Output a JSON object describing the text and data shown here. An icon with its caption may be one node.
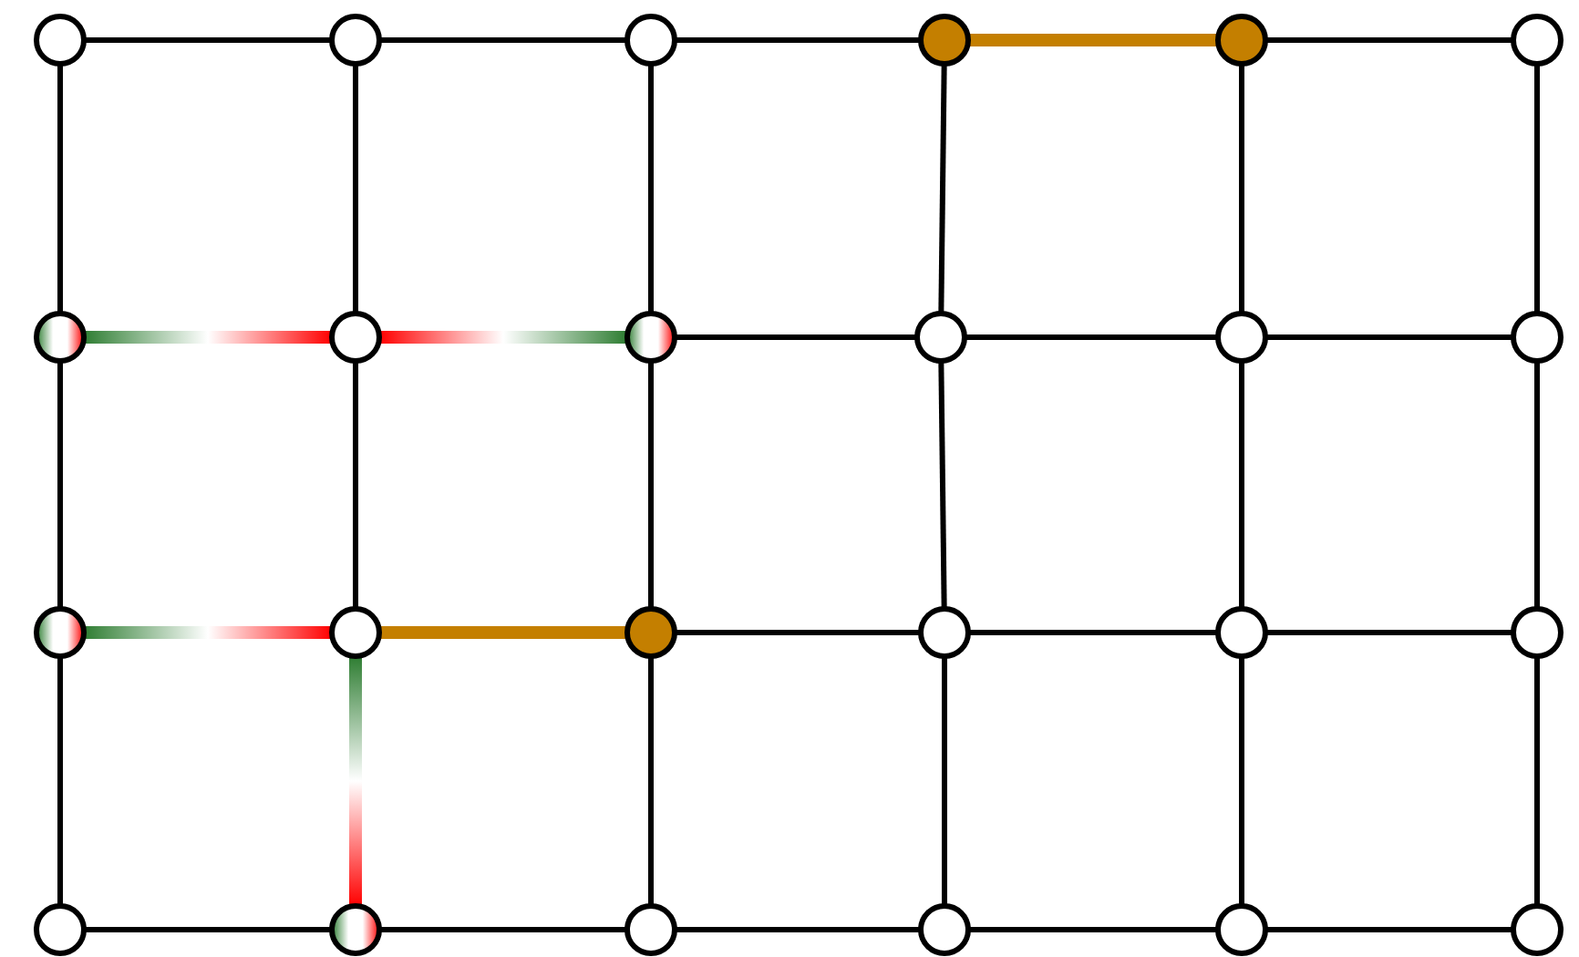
{
  "diagram": {
    "nodes": [
      {
        "text": [],
        "shape": "circle"
      },
      {
        "text": [],
        "shape": "circle"
      },
      {
        "text": [],
        "shape": "circle"
      },
      {
        "text": [],
        "shape": "circle"
      },
      {
        "text": [],
        "shape": "circle"
      },
      {
        "text": [],
        "shape": "circle"
      },
      {
        "text": [],
        "shape": "circle"
      },
      {
        "text": [],
        "shape": "circle"
      },
      {
        "text": [],
        "shape": "circle"
      },
      {
        "text": [],
        "shape": "circle"
      },
      {
        "text": [],
        "shape": "circle"
      },
      {
        "text": [],
        "shape": "circle"
      },
      {
        "text": [],
        "shape": "circle"
      },
      {
        "text": [],
        "shape": "circle"
      },
      {
        "text": [],
        "shape": "circle"
      },
      {
        "text": [],
        "shape": "circle"
      },
      {
        "text": [],
        "shape": "circle"
      },
      {
        "text": [],
        "shape": "circle"
      },
      {
        "text": [],
        "shape": "circle"
      },
      {
        "text": [],
        "shape": "circle"
      },
      {
        "text": [],
        "shape": "circle"
      },
      {
        "text": [],
        "shape": "circle"
      },
      {
        "text": [],
        "shape": "circle"
      },
      {
        "text": [],
        "shape": "circle"
      }
    ],
    "edges": [
      {
        "from": 0,
        "to": 1,
        "arrow": "none"
      },
      {
        "from": 1,
        "to": 2,
        "arrow": "none"
      },
      {
        "from": 2,
        "to": 3,
        "arrow": "none"
      },
      {
        "from": 3,
        "to": 4,
        "arrow": "none",
        "style": "thick",
        "color": "#c47f00"
      },
      {
        "from": 4,
        "to": 5,
        "arrow": "none"
      },
      {
        "from": 6,
        "to": 7,
        "arrow": "none",
        "style": "thick",
        "color": "#ff0000"
      },
      {
        "from": 8,
        "to": 7,
        "arrow": "none",
        "style": "thick",
        "color": "#ff0000"
      },
      {
        "from": 8,
        "to": 9,
        "arrow": "none"
      },
      {
        "from": 9,
        "to": 10,
        "arrow": "none"
      },
      {
        "from": 10,
        "to": 11,
        "arrow": "none"
      },
      {
        "from": 12,
        "to": 13,
        "arrow": "none",
        "style": "thick",
        "color": "#ff0000"
      },
      {
        "from": 13,
        "to": 14,
        "arrow": "none",
        "style": "thick",
        "color": "#c47f00"
      },
      {
        "from": 14,
        "to": 15,
        "arrow": "none"
      },
      {
        "from": 15,
        "to": 16,
        "arrow": "none"
      },
      {
        "from": 16,
        "to": 17,
        "arrow": "none"
      },
      {
        "from": 18,
        "to": 19,
        "arrow": "none"
      },
      {
        "from": 19,
        "to": 20,
        "arrow": "none"
      },
      {
        "from": 20,
        "to": 21,
        "arrow": "none"
      },
      {
        "from": 21,
        "to": 22,
        "arrow": "none"
      },
      {
        "from": 22,
        "to": 23,
        "arrow": "none"
      },
      {
        "from": 0,
        "to": 6,
        "arrow": "none"
      },
      {
        "from": 6,
        "to": 12,
        "arrow": "none"
      },
      {
        "from": 12,
        "to": 18,
        "arrow": "none"
      },
      {
        "from": 1,
        "to": 7,
        "arrow": "none"
      },
      {
        "from": 7,
        "to": 13,
        "arrow": "none"
      },
      {
        "from": 13,
        "to": 19,
        "arrow": "none",
        "style": "thick",
        "color": "#ff0000"
      },
      {
        "from": 2,
        "to": 8,
        "arrow": "none"
      },
      {
        "from": 8,
        "to": 14,
        "arrow": "none"
      },
      {
        "from": 14,
        "to": 20,
        "arrow": "none"
      },
      {
        "from": 3,
        "to": 9,
        "arrow": "none"
      },
      {
        "from": 9,
        "to": 15,
        "arrow": "none"
      },
      {
        "from": 15,
        "to": 21,
        "arrow": "none"
      },
      {
        "from": 4,
        "to": 10,
        "arrow": "none"
      },
      {
        "from": 10,
        "to": 16,
        "arrow": "none"
      },
      {
        "from": 16,
        "to": 22,
        "arrow": "none"
      },
      {
        "from": 5,
        "to": 11,
        "arrow": "none"
      },
      {
        "from": 11,
        "to": 17,
        "arrow": "none"
      },
      {
        "from": 17,
        "to": 23,
        "arrow": "none"
      }
    ]
  }
}
